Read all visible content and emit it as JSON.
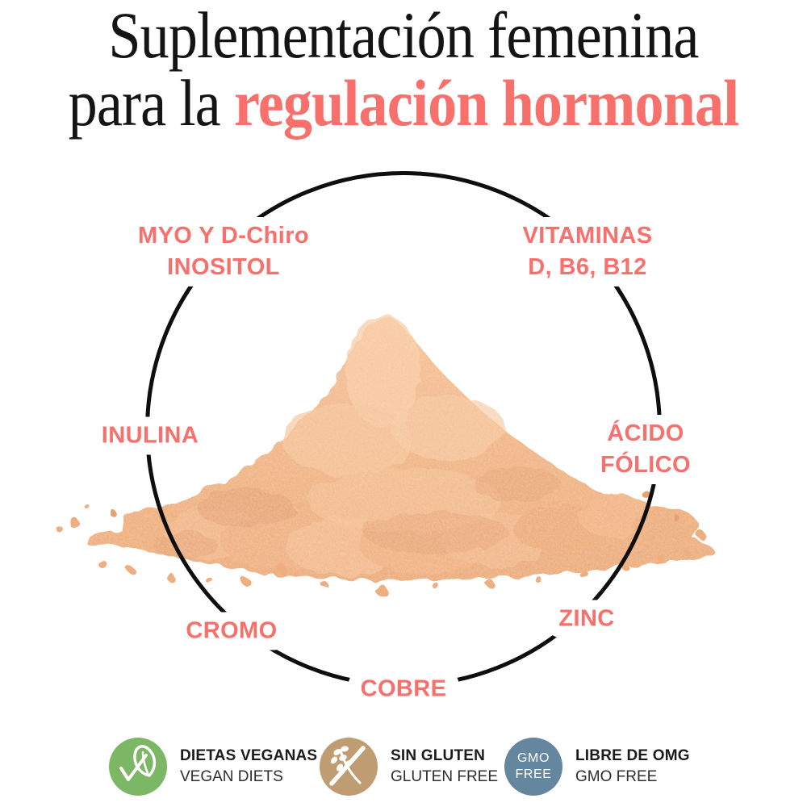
{
  "title": {
    "line1": "Suplementación femenina",
    "line2_prefix": "para la ",
    "line2_accent": "regulación hormonal"
  },
  "colors": {
    "accent_coral": "#F7706B",
    "title_black": "#141414",
    "ring_black": "#0E0E0E",
    "powder_light": "#F3BD93",
    "powder_mid": "#EFAF80",
    "powder_dark": "#E9A471",
    "badge_green": "#7CB765",
    "badge_tan": "#BF9C72",
    "badge_blue": "#64869E"
  },
  "diagram": {
    "center_image": "orange-powder-pile",
    "ingredients": [
      {
        "lines": [
          "MYO Y D-Chiro",
          "INOSITOL"
        ]
      },
      {
        "lines": [
          "VITAMINAS",
          "D, B6, B12"
        ]
      },
      {
        "lines": [
          "INULINA"
        ]
      },
      {
        "lines": [
          "ÁCIDO",
          "FÓLICO"
        ]
      },
      {
        "lines": [
          "CROMO"
        ]
      },
      {
        "lines": [
          "ZINC"
        ]
      },
      {
        "lines": [
          "COBRE"
        ]
      }
    ]
  },
  "badges": [
    {
      "icon": "leaf-check-icon",
      "title": "DIETAS VEGANAS",
      "subtitle": "VEGAN DIETS"
    },
    {
      "icon": "wheat-crossed-icon",
      "title": "SIN GLUTEN",
      "subtitle": "GLUTEN FREE"
    },
    {
      "icon": "gmo-free-badge",
      "icon_text": [
        "GMO",
        "FREE"
      ],
      "title": "LIBRE DE OMG",
      "subtitle": "GMO FREE"
    }
  ]
}
